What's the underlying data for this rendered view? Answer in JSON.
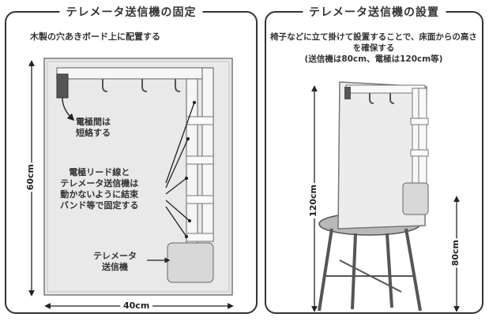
{
  "left": {
    "title": "テレメータ送信機の固定",
    "top_note": "木製の穴あきボード上に配置する",
    "electrode_note": [
      "電極間は",
      "短絡する"
    ],
    "lead_note": [
      "電極リード線と",
      "テレメータ送信機は",
      "動かないように結束",
      "バンド等で固定する"
    ],
    "device_label": [
      "テレメータ",
      "送信機"
    ],
    "height_dim": "60cm",
    "width_dim": "40cm"
  },
  "right": {
    "title": "テレメータ送信機の設置",
    "note": [
      "椅子などに立て掛けて設置することで、床面からの高さを確保する",
      "(送信機は80cm、電極は120cm等)"
    ],
    "electrode_height": "120cm",
    "device_height": "80cm"
  },
  "colors": {
    "board": "#e9e9e9",
    "board_edge": "#8a8a8a",
    "pipe": "#f4f4f4",
    "device": "#d8d8d8",
    "chair": "#9a9a9a"
  }
}
